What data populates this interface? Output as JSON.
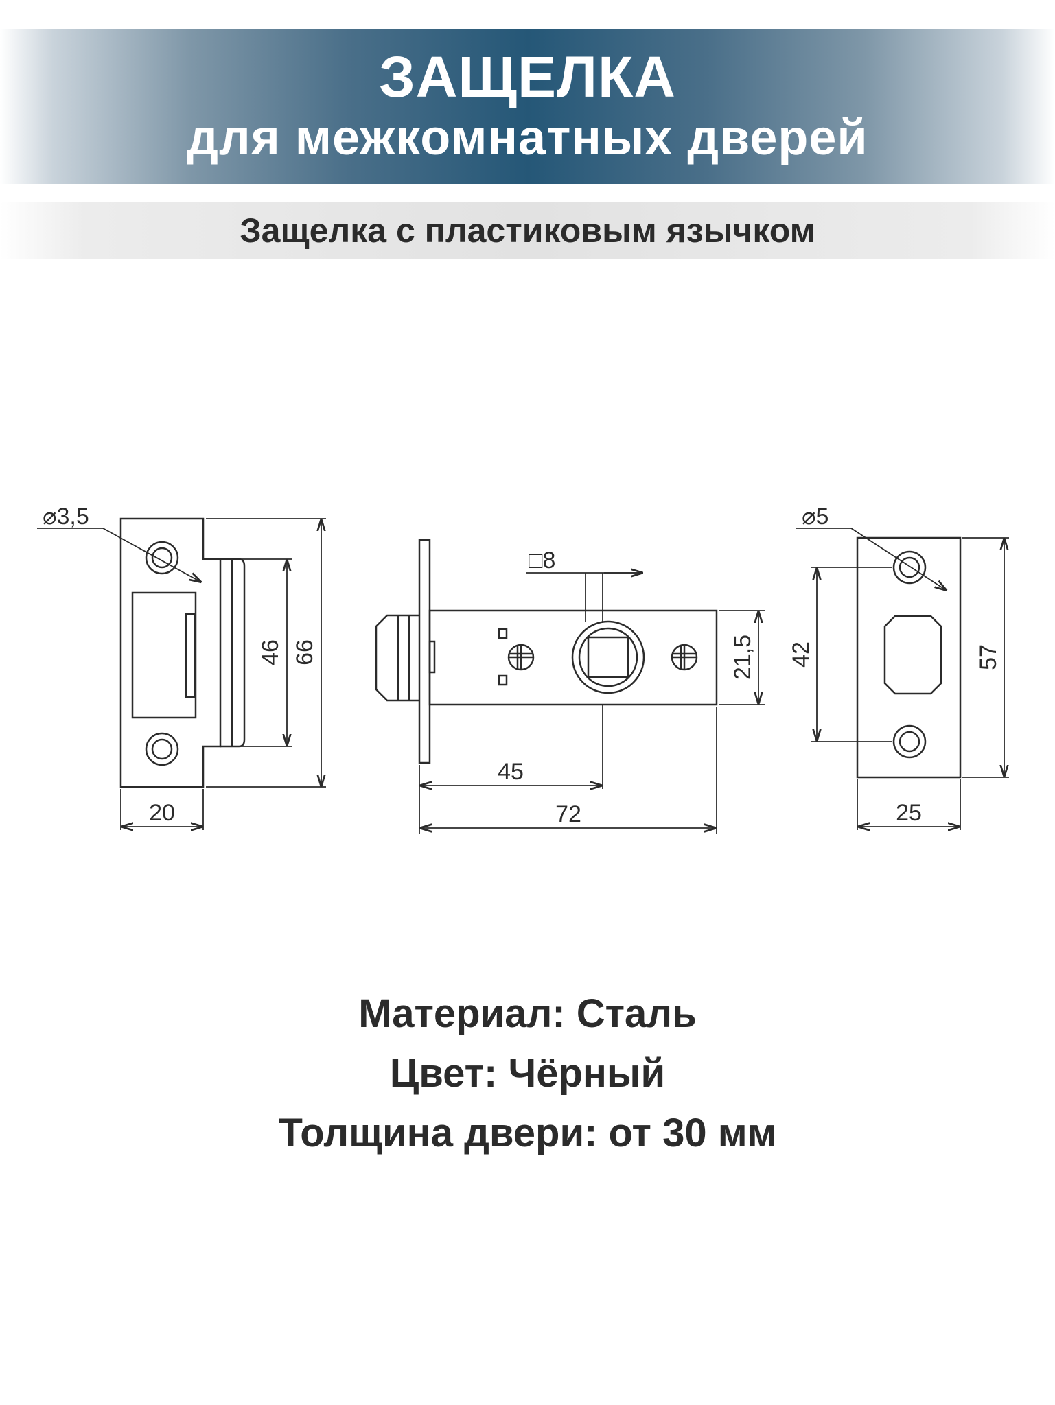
{
  "header": {
    "title": "ЗАЩЕЛКА",
    "subtitle": "для межкомнатных дверей",
    "tagline": "Защелка с пластиковым язычком"
  },
  "drawing": {
    "strike_hole_diameter": "⌀3,5",
    "strike_width": "20",
    "strike_inner_height": "46",
    "strike_height": "66",
    "square_size": "□8",
    "body_height": "21,5",
    "backset": "45",
    "body_length": "72",
    "faceplate_hole_diameter": "⌀5",
    "faceplate_hole_spacing": "42",
    "faceplate_height": "57",
    "faceplate_width": "25"
  },
  "specs": {
    "material": "Материал: Сталь",
    "color": "Цвет: Чёрный",
    "door_thickness": "Толщина двери: от 30 мм"
  },
  "colors": {
    "banner_center": "#255777",
    "line": "#2b2b2b"
  }
}
